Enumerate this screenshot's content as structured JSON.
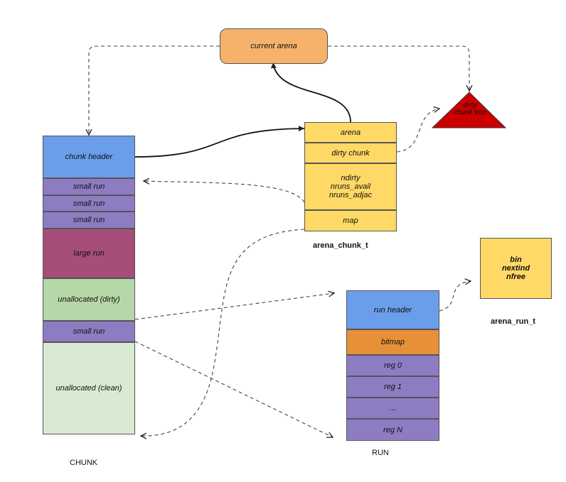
{
  "current_arena": {
    "label": "current arena"
  },
  "dirty_chunk_tree": {
    "label_line1": "dirty",
    "label_line2": "chunk tree"
  },
  "chunk": {
    "caption": "CHUNK",
    "blocks": [
      {
        "label": "chunk header",
        "color": "#6a9eeb"
      },
      {
        "label": "small run",
        "color": "#8e7cc3"
      },
      {
        "label": "small run",
        "color": "#8e7cc3"
      },
      {
        "label": "small run",
        "color": "#8e7cc3"
      },
      {
        "label": "large run",
        "color": "#a64d79"
      },
      {
        "label": "unallocated (dirty)",
        "color": "#b6d7a8"
      },
      {
        "label": "small run",
        "color": "#8e7cc3"
      },
      {
        "label": "unallocated (clean)",
        "color": "#d9ead3"
      }
    ]
  },
  "arena_chunk_t": {
    "caption": "arena_chunk_t",
    "fields": [
      {
        "label": "arena"
      },
      {
        "label": "dirty chunk"
      },
      {
        "label_lines": [
          "ndirty",
          "nruns_avail",
          "nruns_adjac"
        ]
      },
      {
        "label": "map"
      }
    ],
    "color": "#ffd966"
  },
  "run": {
    "caption": "RUN",
    "blocks": [
      {
        "label": "run header",
        "color": "#6a9eeb"
      },
      {
        "label": "bitmap",
        "color": "#e69138"
      },
      {
        "label": "reg 0",
        "color": "#8e7cc3"
      },
      {
        "label": "reg 1",
        "color": "#8e7cc3"
      },
      {
        "label": "...",
        "color": "#8e7cc3"
      },
      {
        "label": "reg N",
        "color": "#8e7cc3"
      }
    ]
  },
  "arena_run_t": {
    "caption": "arena_run_t",
    "lines": [
      "bin",
      "nextind",
      "nfree"
    ],
    "color": "#ffd966"
  },
  "colors": {
    "arena_box": "#f6b26b",
    "dirty_tree": "#cc0000"
  }
}
